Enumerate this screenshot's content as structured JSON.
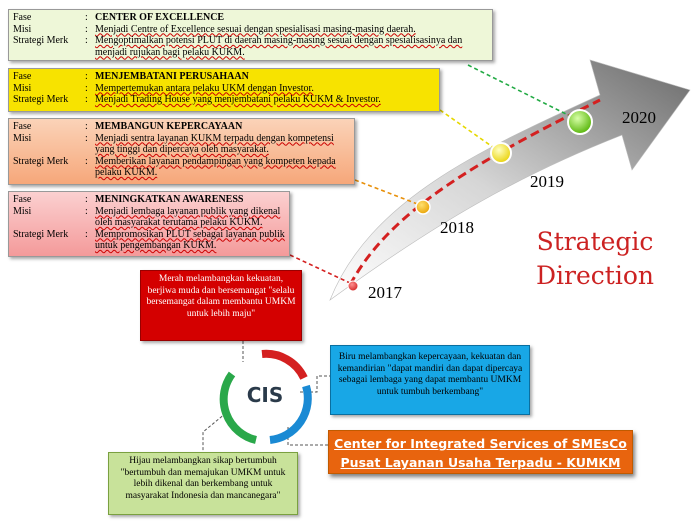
{
  "phases": [
    {
      "fase_label": "Fase",
      "misi_label": "Misi",
      "strategi_label": "Strategi Merk",
      "fase": "CENTER OF EXCELLENCE",
      "misi": "Menjadi Centre of Excellence sesuai dengan spesialisasi masing-masing daerah.",
      "strategi": "Mengoptimalkan potensi PLUT di daerah masing-masing sesuai dengan spesialisasinya dan menjadi rujukan bagi pelaku KUKM."
    },
    {
      "fase_label": "Fase",
      "misi_label": "Misi",
      "strategi_label": "Strategi Merk",
      "fase": "MENJEMBATANI PERUSAHAAN",
      "misi": "Mempertemukan antara pelaku UKM dengan Investor.",
      "strategi": "Menjadi Trading House yang menjembatani pelaku KUKM & Investor."
    },
    {
      "fase_label": "Fase",
      "misi_label": "Misi",
      "strategi_label": "Strategi Merk",
      "fase": "MEMBANGUN KEPERCAYAAN",
      "misi": "Menjadi sentra layanan KUKM terpadu dengan kompetensi yang tinggi dan dipercaya oleh masyarakat.",
      "strategi": "Memberikan layanan pendampingan yang kompeten kepada pelaku KUKM."
    },
    {
      "fase_label": "Fase",
      "misi_label": "Misi",
      "strategi_label": "Strategi Merk",
      "fase": "MENINGKATKAN AWARENESS",
      "misi": "Menjadi lembaga layanan publik yang dikenal oleh masyarakat terutama pelaku KUKM.",
      "strategi": "Mempromosikan PLUT sebagai layanan publik untuk pengembangan KUKM."
    }
  ],
  "years": [
    "2017",
    "2018",
    "2019",
    "2020"
  ],
  "title": {
    "line1": "Strategic",
    "line2": "Direction"
  },
  "notes": {
    "red": "Merah melambangkan kekuatan, berjiwa muda dan bersemangat \"selalu bersemangat dalam membantu UMKM untuk lebih maju\"",
    "blue": "Biru melambangkan kepercayaan, kekuatan dan kemandirian \"dapat mandiri dan dapat dipercaya sebagai lembaga yang dapat membantu UMKM untuk tumbuh berkembang\"",
    "green": "Hijau melambangkan sikap bertumbuh \"bertumbuh dan memajukan UMKM untuk lebih dikenal dan berkembang untuk masyarakat Indonesia dan mancanegara\""
  },
  "logo_text": "CIS",
  "cis_box": {
    "line1": "Center for Integrated Services of SMEsCo",
    "line2": "Pusat Layanan Usaha Terpadu - KUMKM"
  },
  "colors": {
    "red_box": "#d40000",
    "blue_box": "#18a7e6",
    "green_box": "#c8e29a",
    "orange_box": "#e8640e",
    "title": "#cc2222"
  }
}
